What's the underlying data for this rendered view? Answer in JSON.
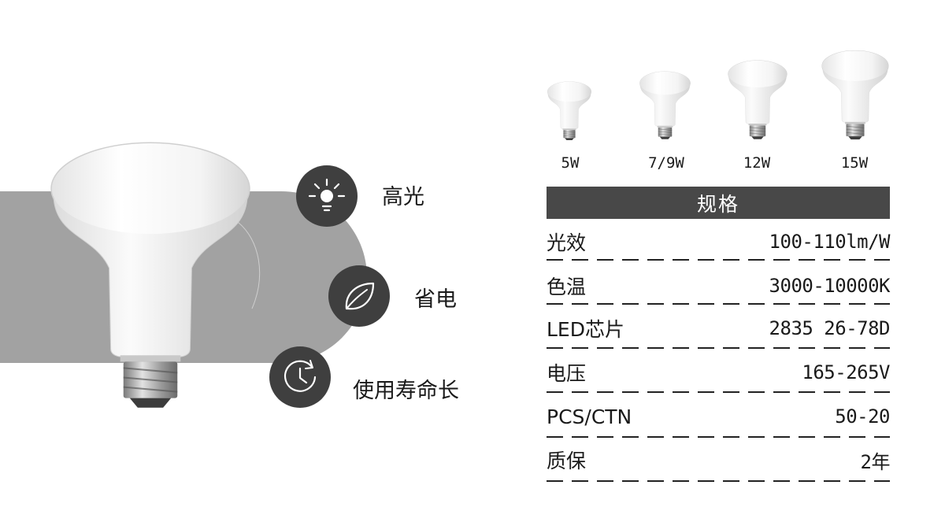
{
  "features": [
    {
      "icon": "sun-icon",
      "label": "高光"
    },
    {
      "icon": "leaf-icon",
      "label": "省电"
    },
    {
      "icon": "clock-icon",
      "label": "使用寿命长"
    }
  ],
  "sizes": [
    "5W",
    "7/9W",
    "12W",
    "15W"
  ],
  "spec": {
    "title": "规格",
    "rows": [
      {
        "key": "光效",
        "value": "100-110lm/W"
      },
      {
        "key": "色温",
        "value": "3000-10000K"
      },
      {
        "key": "LED芯片",
        "value": "2835 26-78D"
      },
      {
        "key": "电压",
        "value": "165-265V"
      },
      {
        "key": "PCS/CTN",
        "value": "50-20"
      },
      {
        "key": "质保",
        "value": "2年"
      }
    ]
  },
  "colors": {
    "band": "#a2a2a2",
    "badge": "#3f3f3f",
    "header": "#484848"
  }
}
